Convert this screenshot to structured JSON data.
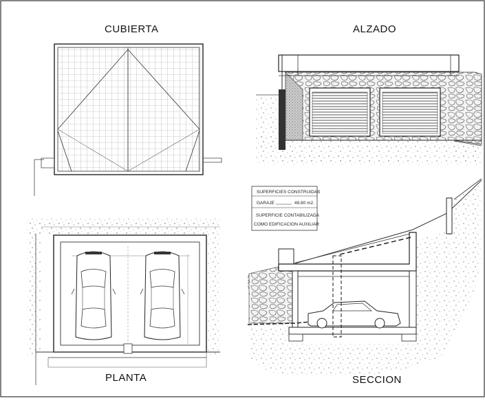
{
  "views": {
    "cubierta": "CUBIERTA",
    "alzado": "ALZADO",
    "planta": "PLANTA",
    "seccion": "SECCION"
  },
  "surfaces": {
    "heading": "SUPERFICIES CONSTRUIDAS",
    "garaje_label": "GARAJE",
    "garaje_value": "49.80 m2.",
    "note_line1": "SUPERFICIE CONTABILIZADA",
    "note_line2": "COMO EDIFICACION AUXILIAR"
  }
}
